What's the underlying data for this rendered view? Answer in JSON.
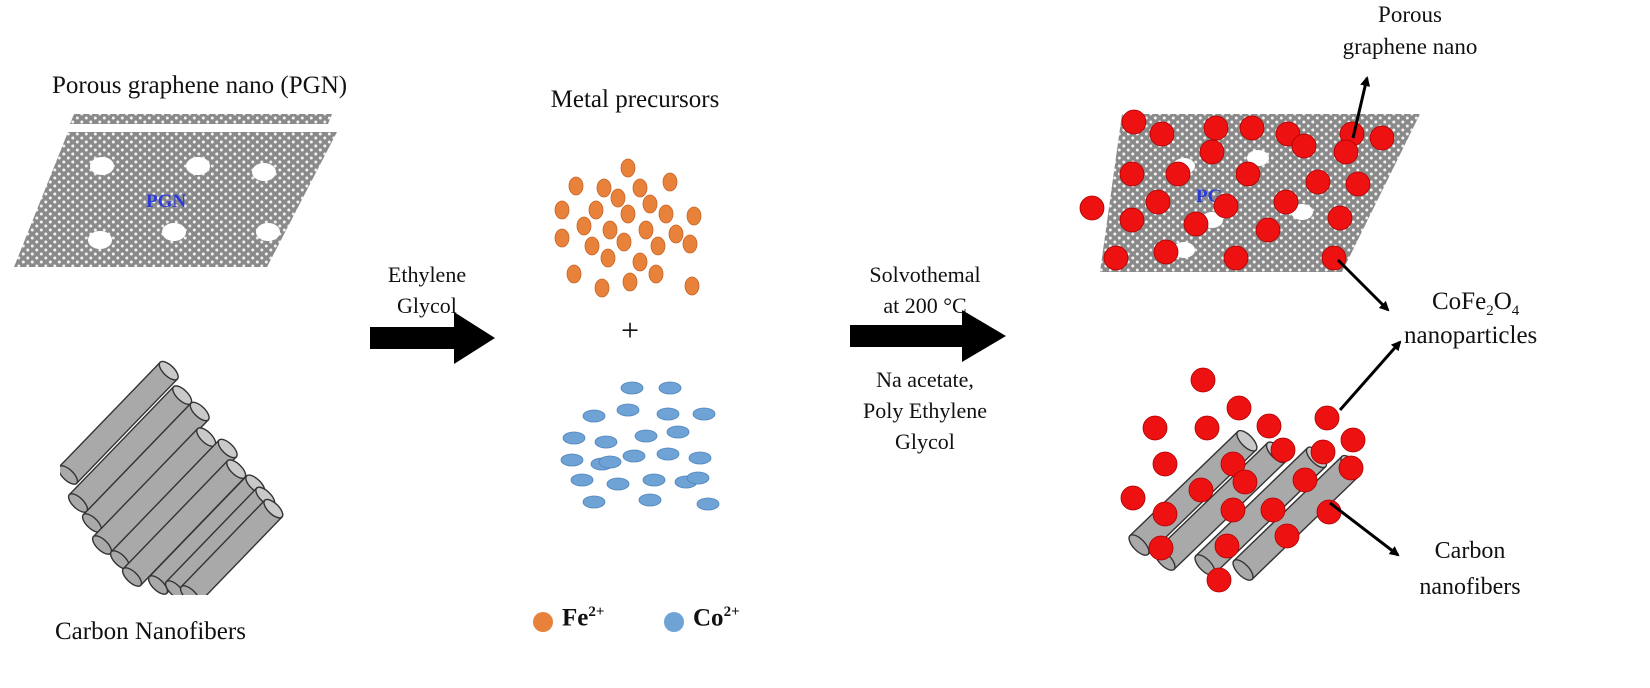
{
  "labels": {
    "pgn_title": "Porous graphene nano (PGN)",
    "pgn_sheet_label": "PGN",
    "cnf_title": "Carbon Nanofibers",
    "arrow1_line1": "Ethylene",
    "arrow1_line2": "Glycol",
    "metal_title": "Metal precursors",
    "plus": "+",
    "arrow2_top1": "Solvothemal",
    "arrow2_top2": "at 200 °C",
    "arrow2_bot1": "Na acetate,",
    "arrow2_bot2": "Poly Ethylene",
    "arrow2_bot3": "Glycol",
    "out_porous1": "Porous",
    "out_porous2": "graphene nano",
    "out_sheet_label": "PG",
    "out_cofe_base": "CoFe",
    "out_cofe_sub1": "2",
    "out_cofe_o": "O",
    "out_cofe_sub2": "4",
    "out_nanoparticles": "nanoparticles",
    "out_carbon1": "Carbon",
    "out_carbon2": "nanofibers"
  },
  "legend": {
    "fe_base": "Fe",
    "fe_sup": "2+",
    "co_base": "Co",
    "co_sup": "2+"
  },
  "colors": {
    "graphene": "#6f6f6f",
    "fiber": "#a9a9a9",
    "fe": "#e8823a",
    "co": "#6fa3d6",
    "particle": "#ee1111",
    "pgn_label": "#2b3bd8",
    "arrow": "#000000"
  }
}
